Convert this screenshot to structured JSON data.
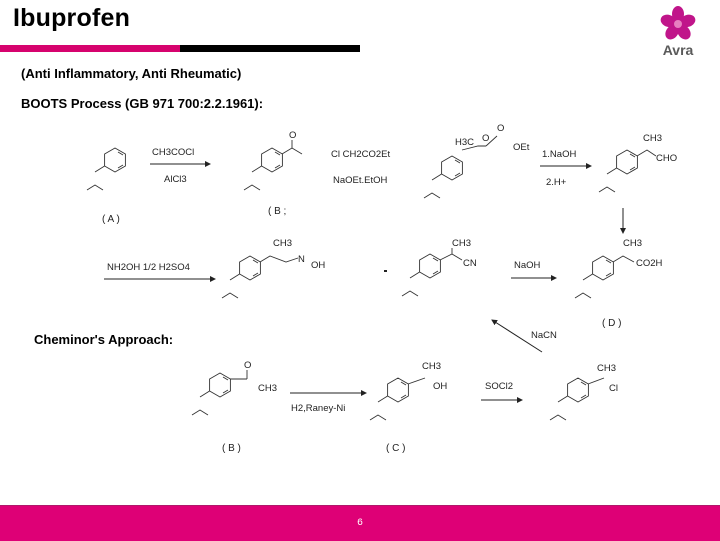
{
  "header": {
    "title": "Ibuprofen",
    "brand": "Avra",
    "colors": {
      "accent": "#d6036e",
      "bar_dark": "#000000",
      "footer": "#de0076",
      "logo": "#c0158a"
    }
  },
  "subtitle": "(Anti Inflammatory, Anti Rheumatic)",
  "boots": {
    "heading": "BOOTS Process (GB  971 700:2.2.1961):",
    "compounds": {
      "A": "( A )",
      "B": "( B ;",
      "D": "( D )"
    },
    "reagents": {
      "step1_top": "CH3COCl",
      "step1_bottom": "AlCl3",
      "step2_top": "Cl CH2CO2Et",
      "step2_bottom": "NaOEt.EtOH",
      "step3_top": "1.NaOH",
      "step3_bottom": "2.H+",
      "step4": "NH2OH 1/2 H2SO4",
      "step5": "NaOH"
    },
    "groups": {
      "ketone_o": "O",
      "epoxide_h3c": "H3C",
      "epoxide_o": "O",
      "ester_o": "O",
      "ester_oet": "OEt",
      "aldehyde_ch3": "CH3",
      "aldehyde_cho": "CHO",
      "oxime_ch3": "CH3",
      "oxime_n": "N",
      "oxime_oh": "OH",
      "nitrile_ch3": "CH3",
      "nitrile_cn": "CN",
      "acid_ch3": "CH3",
      "acid_co2h": "CO2H"
    }
  },
  "cheminor": {
    "heading": "Cheminor's Approach:",
    "compounds": {
      "B": "( B )",
      "C": "( C )"
    },
    "reagents": {
      "nacn": "NaCN",
      "h2": "H2,Raney-Ni",
      "socl2": "SOCl2"
    },
    "groups": {
      "ketone_o": "O",
      "ketone_ch3": "CH3",
      "alcohol_ch3": "CH3",
      "alcohol_oh": "OH",
      "chloride_ch3": "CH3",
      "chloride_cl": "Cl"
    }
  },
  "footer": {
    "page_number": "6"
  }
}
